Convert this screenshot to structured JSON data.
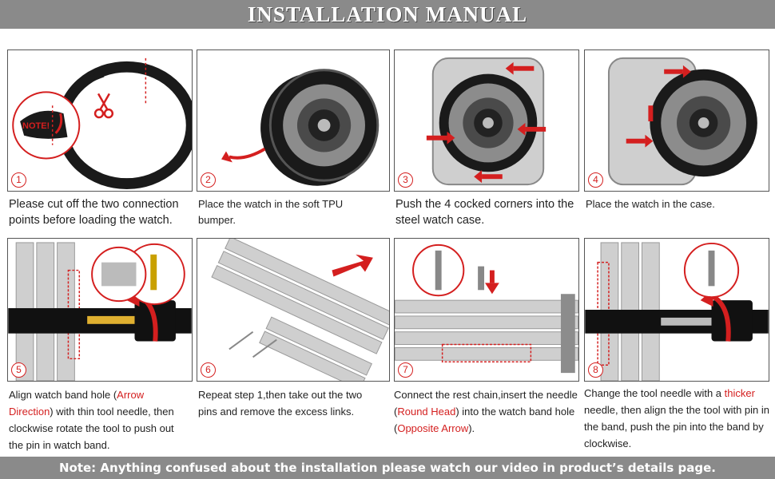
{
  "header": {
    "title": "INSTALLATION MANUAL"
  },
  "steps": [
    {
      "number": "1",
      "caption": "Please cut off the two connection points before loading the watch.",
      "note_label": "NOTE!"
    },
    {
      "number": "2",
      "caption": "Place the watch in the soft TPU bumper."
    },
    {
      "number": "3",
      "caption": "Push the 4 cocked corners into the steel watch case."
    },
    {
      "number": "4",
      "caption": "Place the watch in the case."
    },
    {
      "number": "5",
      "caption_parts": [
        "Align watch band hole (",
        "Arrow Direction",
        ") with thin tool needle, then clockwise rotate the tool to push out the pin in watch band."
      ]
    },
    {
      "number": "6",
      "caption": "Repeat step 1,then take out the two pins and remove the excess links."
    },
    {
      "number": "7",
      "caption_parts": [
        "Connect the rest chain,insert the needle (",
        "Round Head",
        ") into the watch band hole (",
        "Opposite Arrow",
        ")."
      ]
    },
    {
      "number": "8",
      "caption_parts": [
        "Change the tool needle with a ",
        "thicker",
        " needle, then align the the tool with pin in the band, push the pin into the band by clockwise."
      ]
    }
  ],
  "footer": {
    "note": "Note:  Anything confused about the installation please watch our video in product’s details page."
  },
  "colors": {
    "banner": "#8a8a8a",
    "accent_red": "#d41f1f",
    "border": "#555555"
  }
}
